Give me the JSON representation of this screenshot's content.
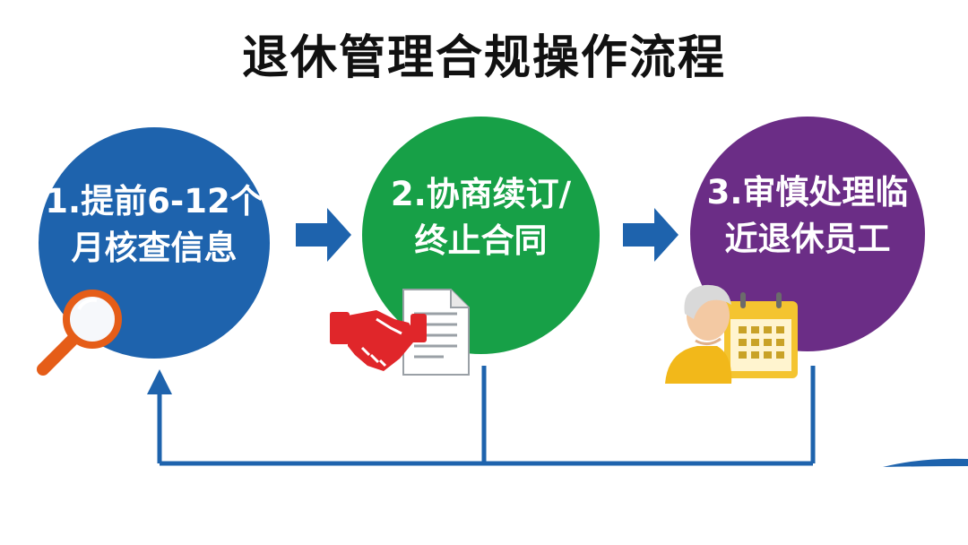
{
  "title": "退休管理合规操作流程",
  "steps": [
    {
      "line1": "1.提前6-12个",
      "line2": "月核查信息",
      "color": "#1e63ad"
    },
    {
      "line1": "2.协商续订/",
      "line2": "终止合同",
      "color": "#17a047"
    },
    {
      "line1": "3.审慎处理临",
      "line2": "近退休员工",
      "color": "#6b2d86"
    }
  ],
  "icons": [
    "magnifier-icon",
    "handshake-icon",
    "document-icon",
    "senior-person-icon",
    "calendar-icon"
  ],
  "colors": {
    "arrow": "#1e63ad",
    "feedback_line": "#1e63ad"
  }
}
